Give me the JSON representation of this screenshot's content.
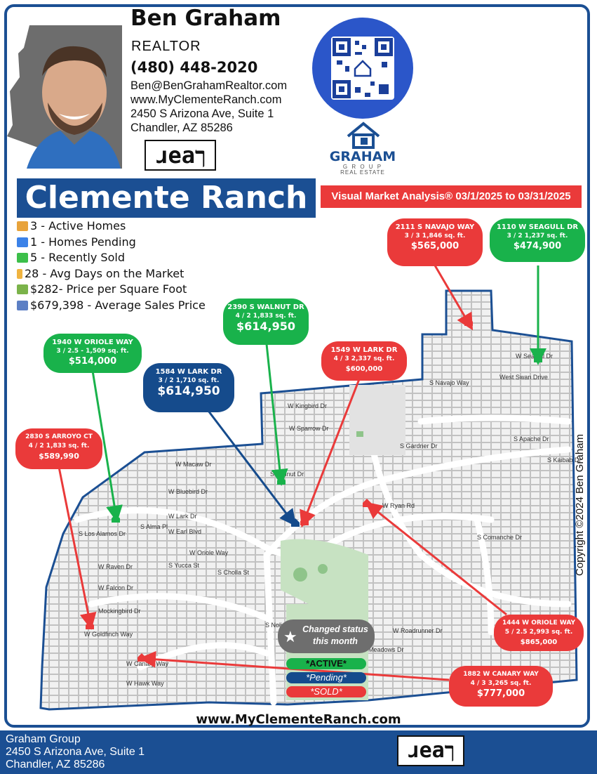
{
  "agent": {
    "name": "Ben Graham",
    "title": "REALTOR",
    "phone": "(480) 448-2020",
    "email": "Ben@BenGrahamRealtor.com",
    "website": "www.MyClementeRanch.com",
    "address_line1": "2450 S Arizona Ave, Suite 1",
    "address_line2": "Chandler, AZ 85286"
  },
  "brokerage_logo": "real",
  "group_logo": {
    "line1": "GRAHAM",
    "line2": "G R O U P",
    "line3": "REAL ESTATE"
  },
  "community_title": "Clemente Ranch",
  "market_analysis": "Visual Market Analysis® 03/1/2025 to 03/31/2025",
  "stats": [
    {
      "icon": "house-icon",
      "text": "3 - Active Homes"
    },
    {
      "icon": "refresh-icon",
      "text": "1 - Homes Pending"
    },
    {
      "icon": "check-icon",
      "text": "5 - Recently Sold"
    },
    {
      "icon": "hourglass-icon",
      "text": "28 - Avg Days on the Market"
    },
    {
      "icon": "money-icon",
      "text": "$282- Price per Square Foot"
    },
    {
      "icon": "bar-chart-icon",
      "text": "$679,398 - Average Sales Price"
    }
  ],
  "listings": [
    {
      "address": "2111 S NAVAJO WAY",
      "details": "3 / 3 1,846 sq. ft.",
      "price": "$565,000",
      "status": "sold"
    },
    {
      "address": "1110 W SEAGULL DR",
      "details": "3 / 2 1,237 sq. ft.",
      "price": "$474,900",
      "status": "active"
    },
    {
      "address": "2390 S WALNUT DR",
      "details": "4 / 2 1,833 sq. ft.",
      "price": "$614,950",
      "status": "active"
    },
    {
      "address": "1940 W ORIOLE WAY",
      "details": "3 / 2.5 - 1,509 sq. ft.",
      "price": "$514,000",
      "status": "active"
    },
    {
      "address": "1549 W LARK DR",
      "details": "4 / 3 2,337 sq. ft.",
      "price": "$600,000",
      "status": "sold"
    },
    {
      "address": "1584 W LARK DR",
      "details": "3 / 2 1,710 sq. ft.",
      "price": "$614,950",
      "status": "pending"
    },
    {
      "address": "2830 S ARROYO CT",
      "details": "4 / 2 1,833 sq. ft.",
      "price": "$589,990",
      "status": "sold"
    },
    {
      "address": "1444 W ORIOLE WAY",
      "details": "5 / 2.5 2,993 sq. ft.",
      "price": "$865,000",
      "status": "sold"
    },
    {
      "address": "1882 W CANARY WAY",
      "details": "4 / 3 3,265 sq. ft.",
      "price": "$777,000",
      "status": "sold"
    }
  ],
  "street_labels": [
    "W Kingbird Dr",
    "W Sparrow Dr",
    "W Macaw Dr",
    "W Bluebird Dr",
    "W Lark Dr",
    "W Earl Blvd",
    "W Oriole Way",
    "W Raven Dr",
    "W Falcon Dr",
    "Mockingbird Dr",
    "W Goldfinch Way",
    "W Canary Way",
    "W Hawk Way",
    "W Ryan Rd",
    "W Seagull Dr",
    "West Swan Drive",
    "S Navajo Way",
    "S Comanche Dr",
    "S Gardner Dr",
    "S Apache Dr",
    "S Kaibab Dr",
    "S Yucca St",
    "S Cholla St",
    "S Nolina Pl",
    "S Alma Pl",
    "S Walnut Dr",
    "S Los Alamos Dr",
    "W Roadrunner Dr",
    "Meadows Dr"
  ],
  "legend": {
    "heading": "Changed status this month",
    "active": "*ACTIVE*",
    "pending": "*Pending*",
    "sold": "*SOLD*"
  },
  "copyright": "Copyright ©2024  Ben Graham",
  "website_footer": "www.MyClementeRanch.com",
  "footer": {
    "line1": "Graham Group",
    "line2": "2450 S Arizona Ave, Suite 1",
    "line3": "Chandler, AZ 85286"
  },
  "colors": {
    "brand_blue": "#1b4f93",
    "sold_red": "#ea3a3a",
    "active_green": "#19b24b",
    "pending_blue": "#154b8c"
  }
}
